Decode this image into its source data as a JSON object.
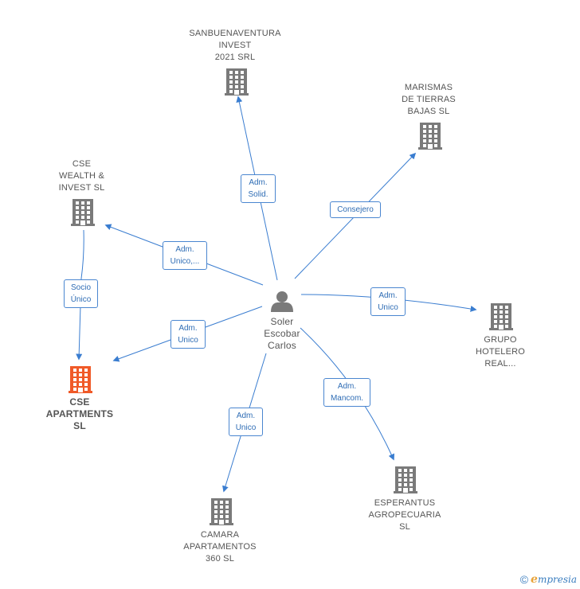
{
  "center": {
    "name": "Soler\nEscobar\nCarlos"
  },
  "companies": {
    "sanbuenaventura": "SANBUENAVENTURA\nINVEST\n2021 SRL",
    "marismas": "MARISMAS\nDE TIERRAS\nBAJAS SL",
    "cse_wealth": "CSE\nWEALTH &\nINVEST  SL",
    "cse_apartments": "CSE\nAPARTMENTS\nSL",
    "grupo_hotelero": "GRUPO\nHOTELERO\nREAL...",
    "esperantus": "ESPERANTUS\nAGROPECUARIA\nSL",
    "camara": "CAMARA\nAPARTAMENTOS\n360  SL"
  },
  "relations": {
    "sanbuenaventura": "Adm.\nSolid.",
    "marismas": "Consejero",
    "cse_wealth": "Adm.\nUnico,...",
    "cse_apartments": "Adm.\nUnico",
    "grupo_hotelero": "Adm.\nUnico",
    "esperantus": "Adm.\nMancom.",
    "camara": "Adm.\nUnico",
    "socio": "Socio\nÚnico"
  },
  "colors": {
    "edge": "#3a7dd0",
    "building": "#7a7a7a",
    "highlight": "#f05a28",
    "person": "#7a7a7a"
  },
  "footer": {
    "copyright": "©",
    "brand_first": "e",
    "brand_rest": "mpresia"
  }
}
